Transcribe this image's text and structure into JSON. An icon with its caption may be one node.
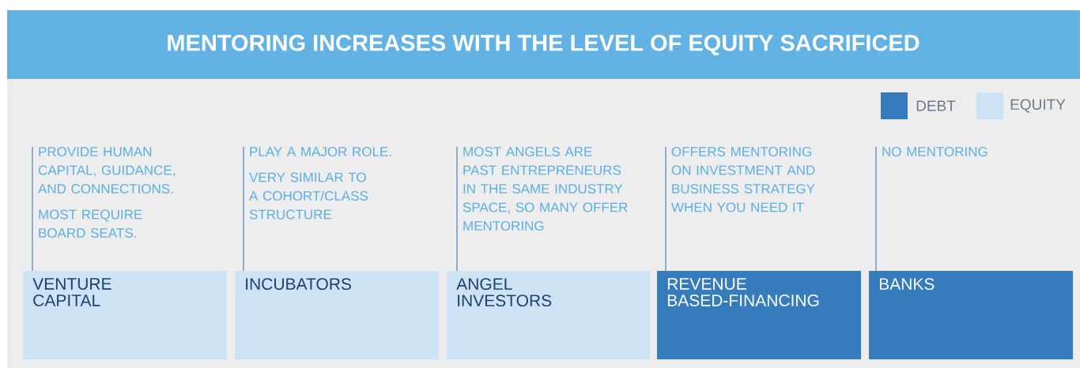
{
  "diagram": {
    "title": "MENTORING INCREASES WITH THE LEVEL OF EQUITY SACRIFICED",
    "nodes": [
      {
        "text": [
          "PROVIDE HUMAN CAPITAL, GUIDANCE, AND CONNECTIONS.",
          "MOST REQUIRE BOARD SEATS."
        ]
      },
      {
        "text": [
          "PLAY A MAJOR ROLE.",
          "VERY SIMILAR TO A COHORT/CLASS STRUCTURE"
        ]
      },
      {
        "text": [
          "MOST ANGELS ARE PAST ENTREPRENEURS IN THE SAME INDUSTRY SPACE, SO MANY OFFER MENTORING"
        ]
      },
      {
        "text": [
          "OFFERS MENTORING ON INVESTMENT AND BUSINESS STRATEGY WHEN YOU NEED IT"
        ]
      },
      {
        "text": [
          "NO MENTORING"
        ]
      },
      {
        "text": [
          "VENTURE CAPITAL"
        ]
      },
      {
        "text": [
          "INCUBATORS"
        ]
      },
      {
        "text": [
          "ANGEL INVESTORS"
        ]
      },
      {
        "text": [
          "REVENUE BASED-FINANCING"
        ]
      },
      {
        "text": [
          "BANKS"
        ]
      }
    ],
    "edges": [
      {
        "from": 0,
        "to": 5,
        "arrow": "none"
      },
      {
        "from": 1,
        "to": 6,
        "arrow": "none"
      },
      {
        "from": 2,
        "to": 7,
        "arrow": "none"
      },
      {
        "from": 3,
        "to": 8,
        "arrow": "none"
      },
      {
        "from": 4,
        "to": 9,
        "arrow": "none"
      }
    ],
    "legend": [
      {
        "text": "DEBT",
        "color": "#367cbd"
      },
      {
        "text": "EQUITY",
        "color": "#cde2f3"
      }
    ]
  }
}
